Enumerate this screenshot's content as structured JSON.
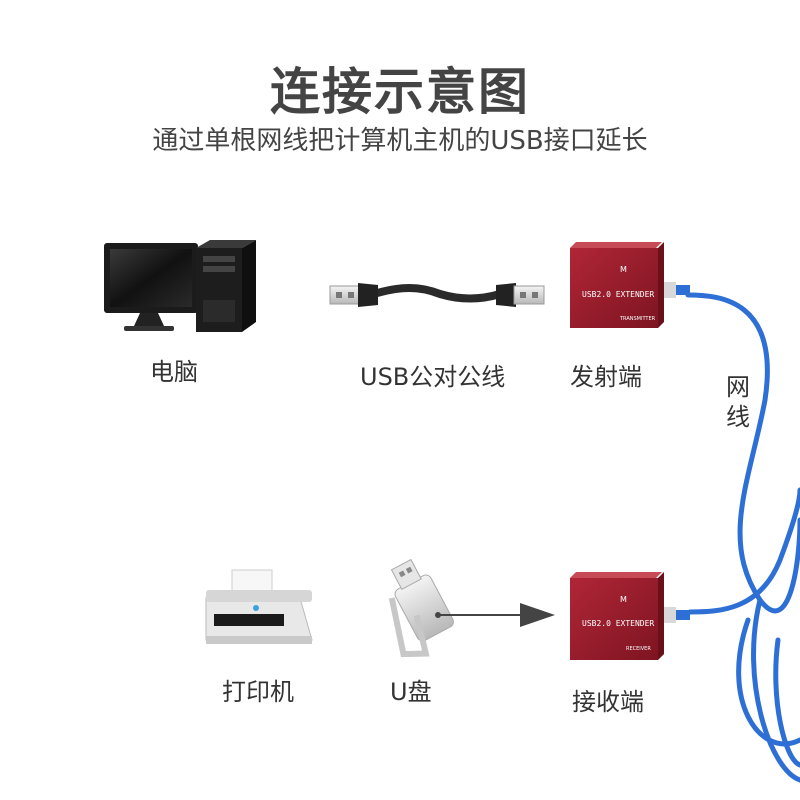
{
  "title": "连接示意图",
  "subtitle": "通过单根网线把计算机主机的USB接口延长",
  "labels": {
    "computer": "电脑",
    "usb_cable": "USB公对公线",
    "transmitter": "发射端",
    "network_cable": "网线",
    "printer": "打印机",
    "udisk": "U盘",
    "receiver": "接收端"
  },
  "devices": {
    "extender_text": "USB2.0 EXTENDER",
    "transmitter_tag": "TRANSMITTER",
    "receiver_tag": "RECEIVER",
    "body_color": "#9b1c2a",
    "cable_color": "#2e6fd6"
  }
}
